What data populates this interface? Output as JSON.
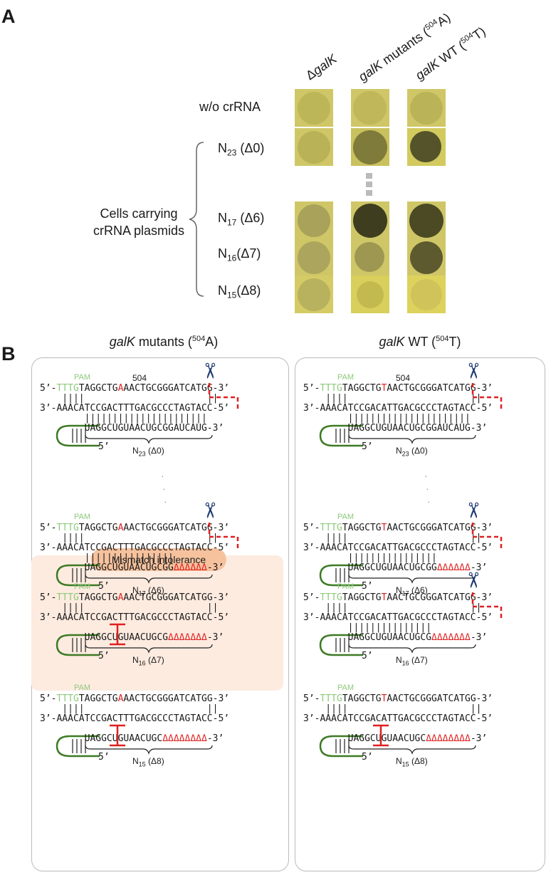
{
  "panel_a": {
    "letter": "A",
    "columns": [
      {
        "label_pre": "Δ",
        "label_italic": "galK",
        "label_post": ""
      },
      {
        "label_pre": "",
        "label_italic": "galK",
        "label_post": " mutants (",
        "sup": "504",
        "label_end": "A)"
      },
      {
        "label_pre": "",
        "label_italic": "galK",
        "label_post": " WT (",
        "sup": "504",
        "label_end": "T)"
      }
    ],
    "rows": [
      {
        "label": "w/o crRNA",
        "sub": "",
        "suffix": ""
      },
      {
        "label": "N",
        "sub": "23",
        "suffix": " (Δ0)"
      },
      {
        "label": "N",
        "sub": "17",
        "suffix": " (Δ6)"
      },
      {
        "label": "N",
        "sub": "16",
        "suffix": "(Δ7)"
      },
      {
        "label": "N",
        "sub": "15",
        "suffix": "(Δ8)"
      }
    ],
    "cells_line1": "Cells carrying",
    "cells_line2": "crRNA plasmids",
    "colors": {
      "tile_bg": "#c9c15a",
      "spot_light": "#bdb458",
      "spot_mid": "#8f8a3e",
      "spot_dark": "#4b4a24"
    }
  },
  "panel_b": {
    "letter": "B",
    "left_title_italic": "galK",
    "left_title_rest": " mutants (",
    "left_title_sup": "504",
    "left_title_end": "A)",
    "right_title_italic": "galK",
    "right_title_rest": " WT (",
    "right_title_sup": "504",
    "right_title_end": "T)",
    "pam_label": "PAM",
    "pos_label": "504",
    "mismatch_label": "Mismatch intolerance",
    "top_prefix": "5’-",
    "top_pam": "TTTG",
    "top_mid1": "TAGGCTG",
    "left_base": "A",
    "right_base": "T",
    "top_mid2": "AACTGCGGGATCATGG-3’",
    "bottom_left": "3’-AAACATCCGACTTTGACGCCCTAGTACC-5’",
    "bottom_right": "3’-AAACATCCGACATTGACGCCCTAGTACC-5’",
    "crrna_full": "UAGGCUGUAACUGCGGAUCAUG-3’",
    "crrna_17": "UAGGCUGUAACUGCGG",
    "crrna_16": "UAGGCUGUAACUGCG",
    "crrna_15": "UAGGCUGUAACUGC",
    "delta6": "ΔΔΔΔΔΔ",
    "delta7": "ΔΔΔΔΔΔΔ",
    "delta8": "ΔΔΔΔΔΔΔΔ",
    "end3": "-3’",
    "five": "5’",
    "labels": {
      "n23": "N",
      "n23_sub": "23",
      "n23_suffix": " (Δ0)",
      "n17": "N",
      "n17_sub": "17",
      "n17_suffix": " (Δ6)",
      "n16": "N",
      "n16_sub": "16",
      "n16_suffix": " (Δ7)",
      "n15": "N",
      "n15_sub": "15",
      "n15_suffix": " (Δ8)"
    }
  }
}
